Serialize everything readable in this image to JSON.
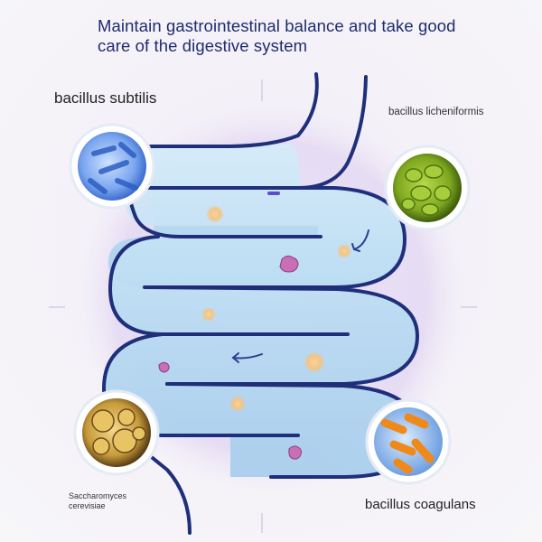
{
  "headline": "Maintain gastrointestinal balance and take good care of the digestive system",
  "bacteria": {
    "subtilis": "bacillus subtilis",
    "licheniformis": "bacillus licheniformis",
    "saccharomyces": "Saccharomyces cerevisiae",
    "coagulans": "bacillus coagulans"
  },
  "colors": {
    "outline": "#1f2f7a",
    "intestine_fill": "#bcdcf2",
    "halo": "#e7def4",
    "text_title": "#1f2c6e"
  }
}
